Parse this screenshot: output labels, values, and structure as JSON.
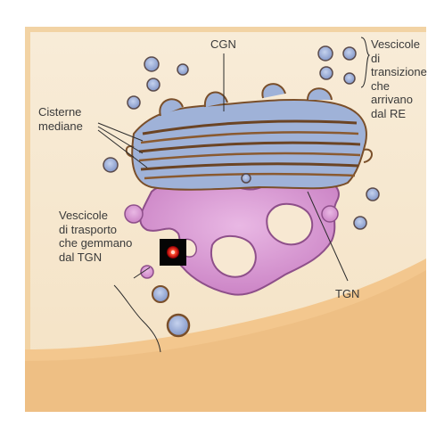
{
  "labels": {
    "cgn": "CGN",
    "transition_vesicles": "Vescicole\ndi\ntransizione\nche\narrivano\ndal RE",
    "medial_cisternae": "Cisterne\nmediane",
    "transport_vesicles": "Vescicole\ndi trasporto\nche gemmano\ndal TGN",
    "tgn": "TGN"
  },
  "colors": {
    "cytoplasm": "#f6e7cf",
    "cell_edge": "#f1c489",
    "membrane": "#7a4f2a",
    "cgn_lumen": "#9fb2d8",
    "tgn_lumen": "#d89ad2",
    "label_text": "#3a3a3a"
  },
  "marker_icon": "red-dot-marker-icon"
}
